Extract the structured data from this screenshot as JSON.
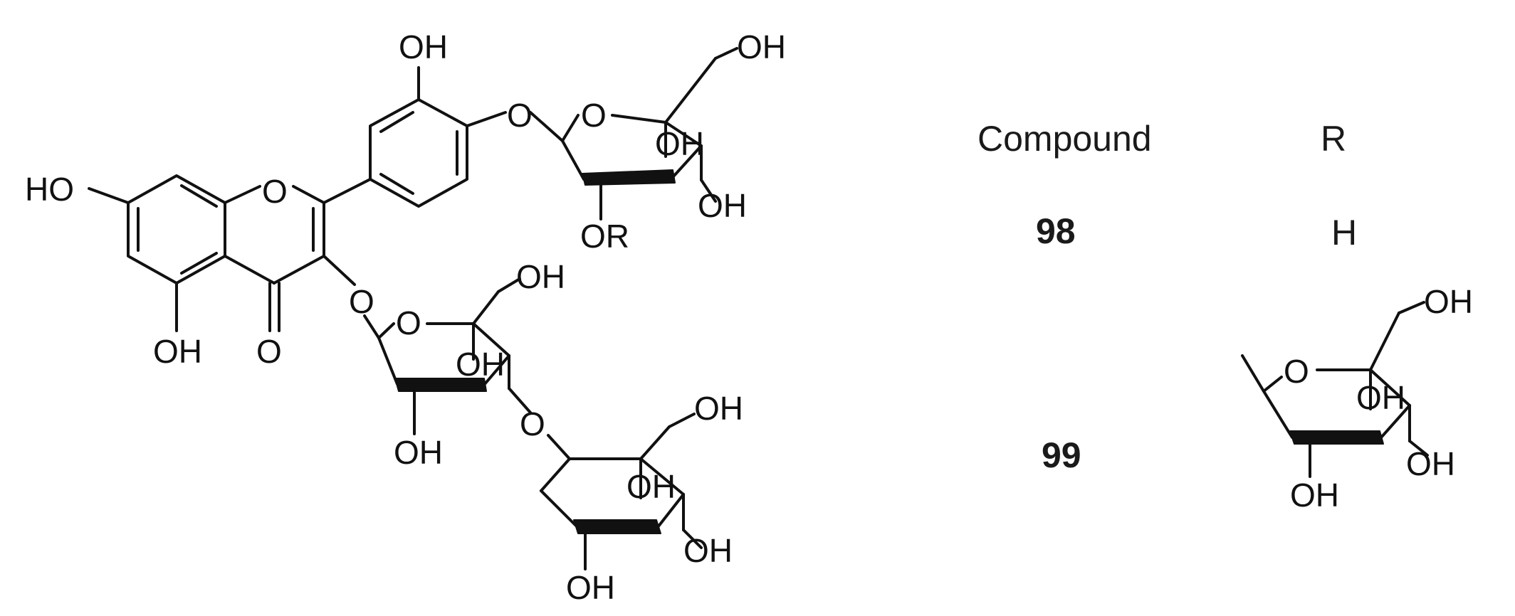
{
  "molecule": {
    "labels": {
      "oh": "OH",
      "ho": "HO",
      "o": "O",
      "or": "OR"
    }
  },
  "table": {
    "col_compound": "Compound",
    "col_r": "R",
    "rows": [
      {
        "compound": "98",
        "r": "H"
      },
      {
        "compound": "99",
        "r": ""
      }
    ]
  },
  "substituent": {
    "oh": "OH",
    "o": "O"
  }
}
